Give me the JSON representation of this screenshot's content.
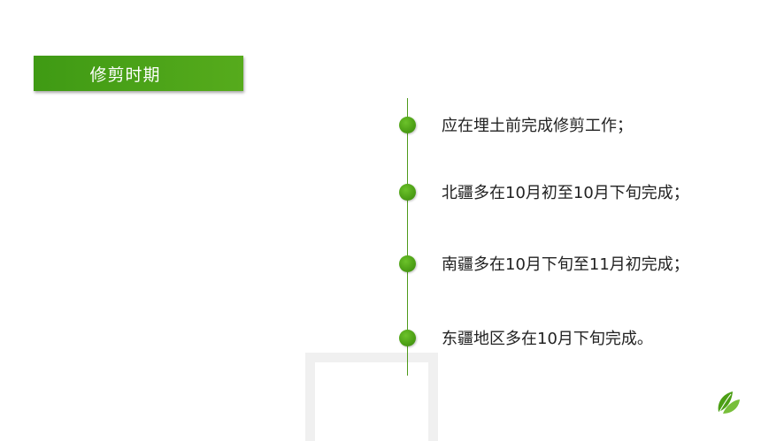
{
  "header": {
    "title": "修剪时期"
  },
  "timeline": {
    "items": [
      {
        "text": "应在埋土前完成修剪工作；"
      },
      {
        "text": "北疆多在10月初至10月下旬完成；"
      },
      {
        "text": "南疆多在10月下旬至11月初完成；"
      },
      {
        "text": "东疆地区多在10月下旬完成。"
      }
    ]
  },
  "colors": {
    "accent": "#4f9a1b",
    "title_bar": "#4a9e16",
    "text": "#222222"
  },
  "icons": {
    "corner": "leaf-icon"
  }
}
